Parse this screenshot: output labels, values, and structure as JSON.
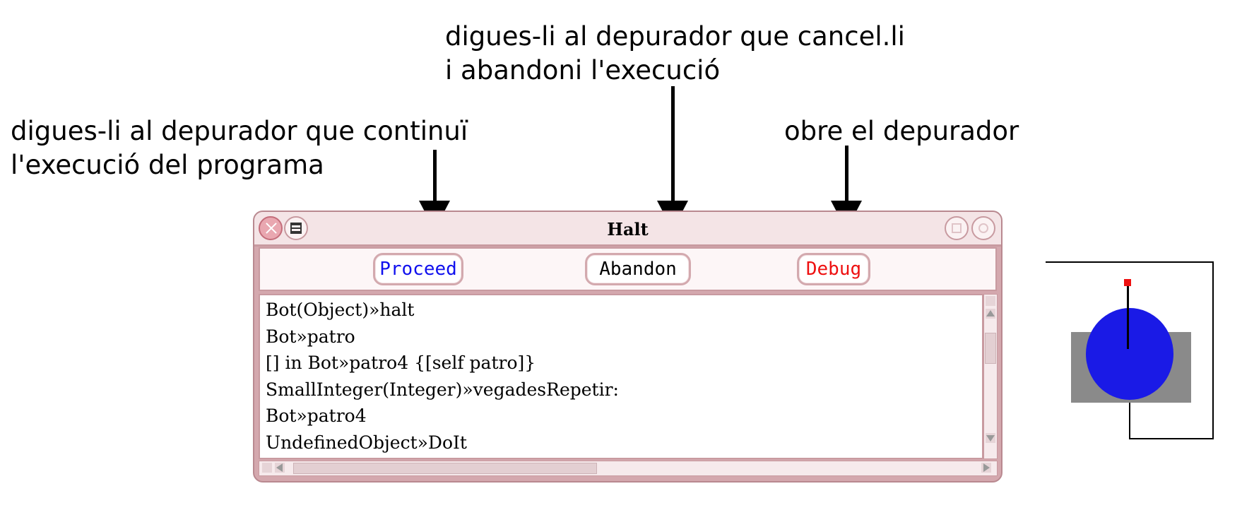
{
  "annotations": {
    "proceed": "digues-li al depurador que continuï\nl'execució del programa",
    "abandon": "digues-li al depurador que cancel.li\ni abandoni l'execució",
    "debug": "obre el depurador"
  },
  "window": {
    "title": "Halt",
    "buttons": {
      "proceed": "Proceed",
      "abandon": "Abandon",
      "debug": "Debug"
    },
    "stack": [
      "Bot(Object)»halt",
      "Bot»patro",
      "[] in Bot»patro4 {[self patro]}",
      "SmallInteger(Integer)»vegadesRepetir:",
      "Bot»patro4",
      "UndefinedObject»DoIt"
    ]
  },
  "colors": {
    "proceed_text": "#1010ee",
    "debug_text": "#ee1010",
    "window_frame": "#d4a8ae",
    "robot_body": "#1a1ae6",
    "robot_head": "#ee1010"
  }
}
